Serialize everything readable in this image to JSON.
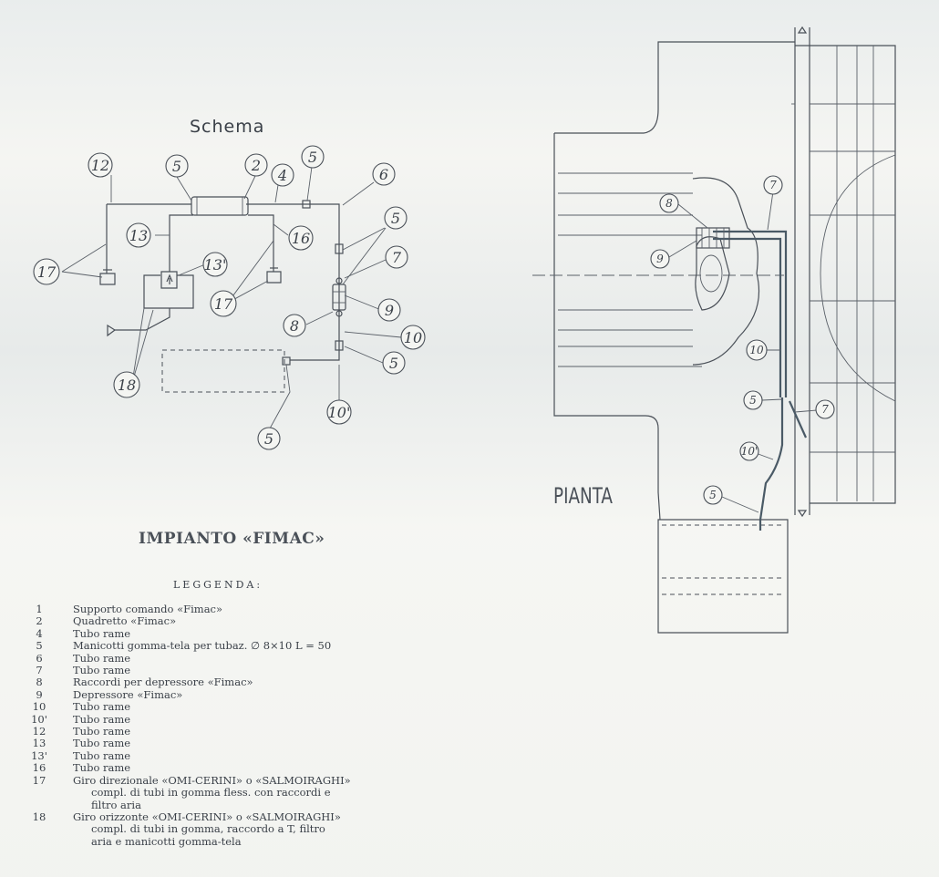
{
  "schema_title": "Schema",
  "pianta_title": "PIANTA",
  "main_title": "IMPIANTO «FIMAC»",
  "legend_heading": "LEGGENDA:",
  "legend": [
    {
      "num": "1",
      "text": "Supporto comando «Fimac»"
    },
    {
      "num": "2",
      "text": "Quadretto «Fimac»"
    },
    {
      "num": "4",
      "text": "Tubo rame"
    },
    {
      "num": "5",
      "text": "Manicotti gomma-tela per tubaz. ∅ 8×10 L = 50"
    },
    {
      "num": "6",
      "text": "Tubo rame"
    },
    {
      "num": "7",
      "text": "Tubo rame"
    },
    {
      "num": "8",
      "text": "Raccordi per depressore «Fimac»"
    },
    {
      "num": "9",
      "text": "Depressore «Fimac»"
    },
    {
      "num": "10",
      "text": "Tubo rame"
    },
    {
      "num": "10'",
      "text": "Tubo rame"
    },
    {
      "num": "12",
      "text": "Tubo rame"
    },
    {
      "num": "13",
      "text": "Tubo rame"
    },
    {
      "num": "13'",
      "text": "Tubo rame"
    },
    {
      "num": "16",
      "text": "Tubo rame"
    },
    {
      "num": "17",
      "text": "Giro direzionale «OMI-CERINI» o «SALMOIRAGHI»",
      "sub": [
        "compl. di tubi in gomma fless. con raccordi e",
        "filtro aria"
      ]
    },
    {
      "num": "18",
      "text": "Giro orizzonte «OMI-CERINI» o «SALMOIRAGHI»",
      "sub": [
        "compl. di tubi in gomma, raccordo a T, filtro",
        "aria e manicotti gomma-tela"
      ]
    }
  ],
  "schema_callouts": [
    "12",
    "5",
    "2",
    "4",
    "5",
    "6",
    "5",
    "7",
    "13",
    "16",
    "13'",
    "17",
    "17",
    "9",
    "8",
    "10",
    "5",
    "18",
    "10'",
    "5"
  ],
  "pianta_callouts": [
    "8",
    "7",
    "9",
    "10",
    "5",
    "7",
    "10'",
    "5"
  ]
}
